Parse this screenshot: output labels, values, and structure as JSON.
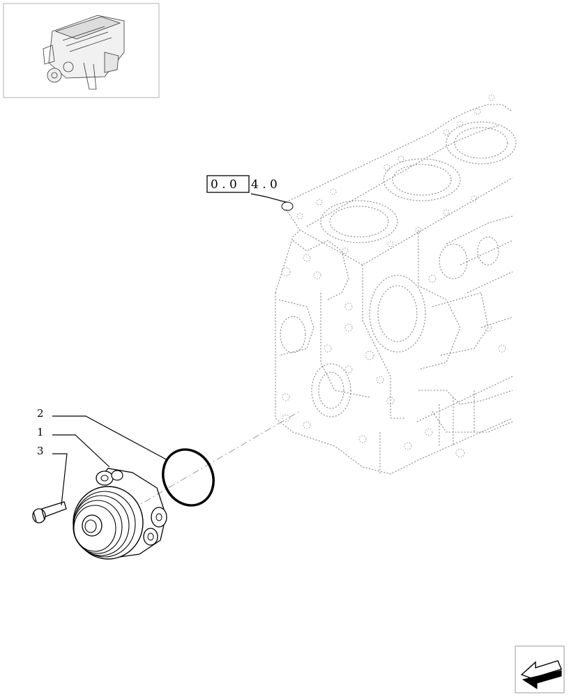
{
  "diagram": {
    "callouts": [
      {
        "id": "2",
        "text": "2"
      },
      {
        "id": "1",
        "text": "1"
      },
      {
        "id": "3",
        "text": "3"
      }
    ],
    "reference": {
      "box_text": "0 . 0",
      "tail_text": "4 . 0"
    }
  },
  "icons": {
    "thumbnail": "engine-thumbnail-icon",
    "nav": "next-page-arrow-icon"
  }
}
